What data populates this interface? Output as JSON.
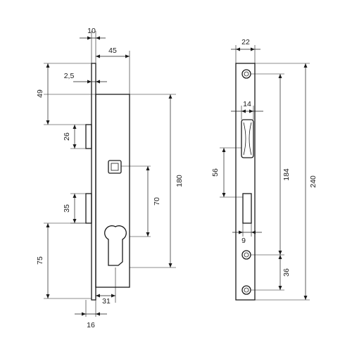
{
  "side_view": {
    "dim_faceplate_width": "10",
    "dim_backset": "45",
    "dim_faceplate_thickness": "2,5",
    "dim_top_to_body": "49",
    "dim_latch_height": "26",
    "dim_body_height": "180",
    "dim_spindle_to_cylinder": "70",
    "dim_bolt_height": "35",
    "dim_cylinder_to_bottom": "75",
    "dim_cylinder_offset": "31",
    "dim_total_thickness": "16"
  },
  "front_view": {
    "dim_faceplate_width": "22",
    "dim_latch_width": "14",
    "dim_latch_to_bolt": "56",
    "dim_screw_spacing": "184",
    "dim_faceplate_length": "240",
    "dim_bolt_width": "9",
    "dim_bottom_screw": "36"
  }
}
